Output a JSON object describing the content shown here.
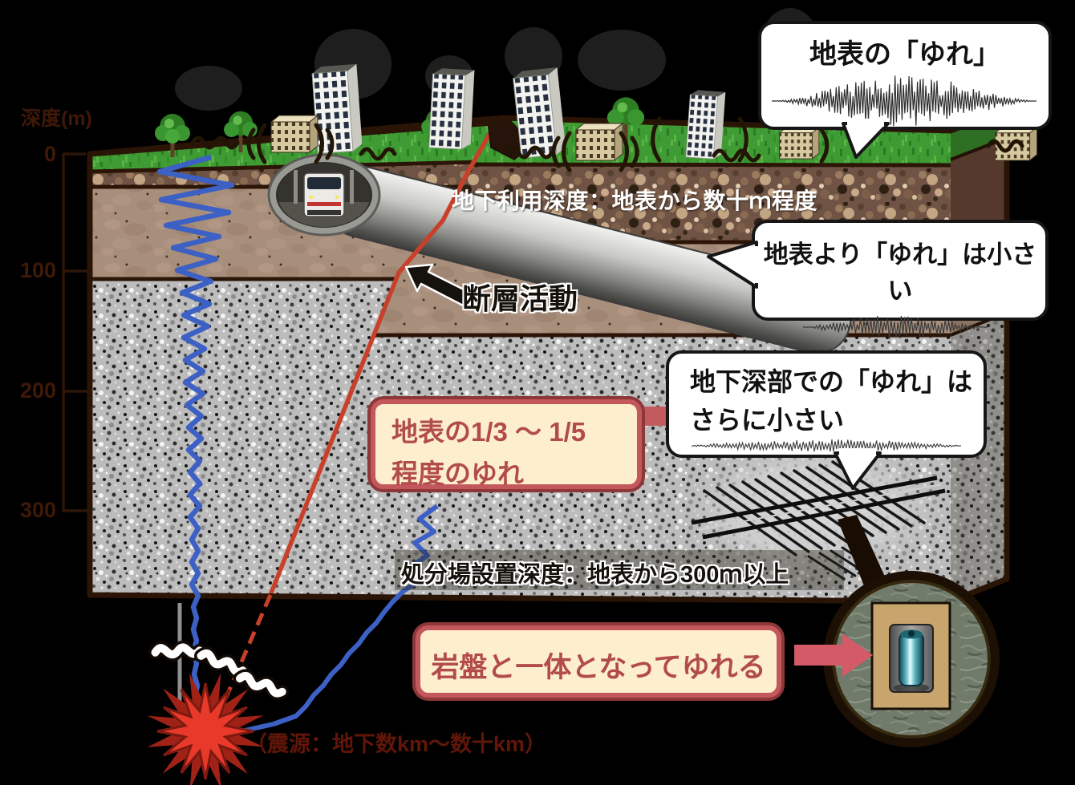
{
  "depth_scale": {
    "label": "深度(m)",
    "ticks": [
      "0",
      "100",
      "200",
      "300"
    ]
  },
  "bubbles": {
    "surface": "地表の「ゆれ」",
    "shallow": "地表より「ゆれ」は小さい",
    "deep_line1": "地下深部での「ゆれ」は",
    "deep_line2": "さらに小さい"
  },
  "labels": {
    "underground_use_depth": "地下利用深度：地表から数十ｍ程度",
    "fault_activity": "断層活動",
    "repository_depth": "処分場設置深度：地表から300ｍ以上",
    "hypocenter": "（震源：地下数km～数十km）"
  },
  "callouts": {
    "surface_ratio_line1": "地表の1/3 ～ 1/5",
    "surface_ratio_line2": "程度のゆれ",
    "bedrock_unity": "岩盤と一体となってゆれる"
  },
  "colors": {
    "background": "#000000",
    "fault_red": "#c8402a",
    "wave_blue": "#3c60c4",
    "star_red": "#e8392b",
    "callout_bg": "#fdeecd",
    "callout_border": "#c2575c",
    "callout_text": "#b24c4c",
    "grass_green": "#3f9b33",
    "topsoil_brown": "#6f5344",
    "subsoil_brown": "#a88f7c",
    "granite_gray": "#bcbcbc",
    "canister_teal": "#5fb7c4"
  }
}
